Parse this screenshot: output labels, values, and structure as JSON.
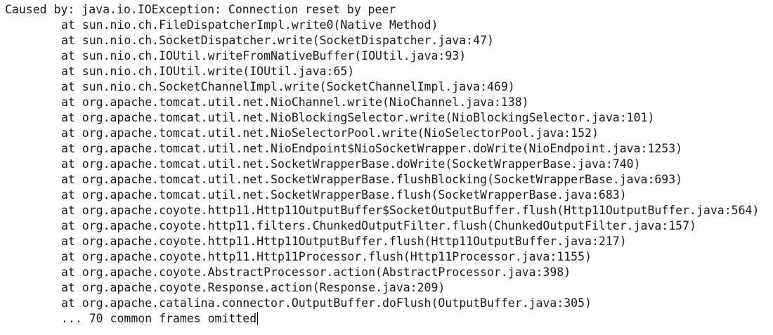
{
  "log": {
    "header": "Caused by: java.io.IOException: Connection reset by peer",
    "frames": [
      "at sun.nio.ch.FileDispatcherImpl.write0(Native Method)",
      "at sun.nio.ch.SocketDispatcher.write(SocketDispatcher.java:47)",
      "at sun.nio.ch.IOUtil.writeFromNativeBuffer(IOUtil.java:93)",
      "at sun.nio.ch.IOUtil.write(IOUtil.java:65)",
      "at sun.nio.ch.SocketChannelImpl.write(SocketChannelImpl.java:469)",
      "at org.apache.tomcat.util.net.NioChannel.write(NioChannel.java:138)",
      "at org.apache.tomcat.util.net.NioBlockingSelector.write(NioBlockingSelector.java:101)",
      "at org.apache.tomcat.util.net.NioSelectorPool.write(NioSelectorPool.java:152)",
      "at org.apache.tomcat.util.net.NioEndpoint$NioSocketWrapper.doWrite(NioEndpoint.java:1253)",
      "at org.apache.tomcat.util.net.SocketWrapperBase.doWrite(SocketWrapperBase.java:740)",
      "at org.apache.tomcat.util.net.SocketWrapperBase.flushBlocking(SocketWrapperBase.java:693)",
      "at org.apache.tomcat.util.net.SocketWrapperBase.flush(SocketWrapperBase.java:683)",
      "at org.apache.coyote.http11.Http11OutputBuffer$SocketOutputBuffer.flush(Http11OutputBuffer.java:564)",
      "at org.apache.coyote.http11.filters.ChunkedOutputFilter.flush(ChunkedOutputFilter.java:157)",
      "at org.apache.coyote.http11.Http11OutputBuffer.flush(Http11OutputBuffer.java:217)",
      "at org.apache.coyote.http11.Http11Processor.flush(Http11Processor.java:1155)",
      "at org.apache.coyote.AbstractProcessor.action(AbstractProcessor.java:398)",
      "at org.apache.coyote.Response.action(Response.java:209)",
      "at org.apache.catalina.connector.OutputBuffer.doFlush(OutputBuffer.java:305)"
    ],
    "omitted": "... 70 common frames omitted"
  },
  "colors": {
    "text": "#1a1a1a",
    "background": "#ffffff",
    "caret": "#000000"
  }
}
